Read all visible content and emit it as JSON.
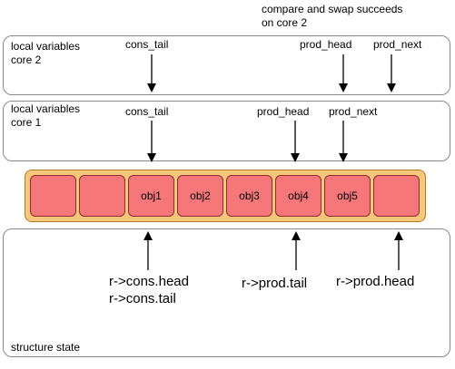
{
  "note": "compare and swap succeeds\non core 2",
  "panels": {
    "core2": "local variables\ncore 2",
    "core1": "local variables\ncore 1",
    "structure": "structure state"
  },
  "core2_vars": {
    "cons_tail": "cons_tail",
    "prod_head": "prod_head",
    "prod_next": "prod_next"
  },
  "core1_vars": {
    "cons_tail": "cons_tail",
    "prod_head": "prod_head",
    "prod_next": "prod_next"
  },
  "ring": {
    "slots": [
      "",
      "",
      "obj1",
      "obj2",
      "obj3",
      "obj4",
      "obj5",
      ""
    ]
  },
  "pointers": {
    "cons": "r->cons.head\nr->cons.tail",
    "prod_tail": "r->prod.tail",
    "prod_head": "r->prod.head"
  },
  "colors": {
    "ring_border": "#f9c77a",
    "slot_fill": "#f67779"
  }
}
